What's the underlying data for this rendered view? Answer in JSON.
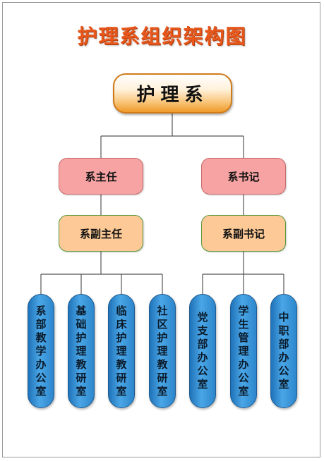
{
  "title": "护理系组织架构图",
  "root": "护理系",
  "level1": [
    "系主任",
    "系书记"
  ],
  "level2": [
    "系副主任",
    "系副书记"
  ],
  "units": [
    "系部教学办公室",
    "基础护理教研室",
    "临床护理教研室",
    "社区护理教研室",
    "党支部办公室",
    "学生管理办公室",
    "中职部办公室"
  ],
  "colors": {
    "title": "#e8581c",
    "root_fill": "#f8c274",
    "level1_fill": "#f7a3a3",
    "level2_fill": "#fcc997",
    "unit_fill": "#3a90d4",
    "connector": "#555555"
  }
}
